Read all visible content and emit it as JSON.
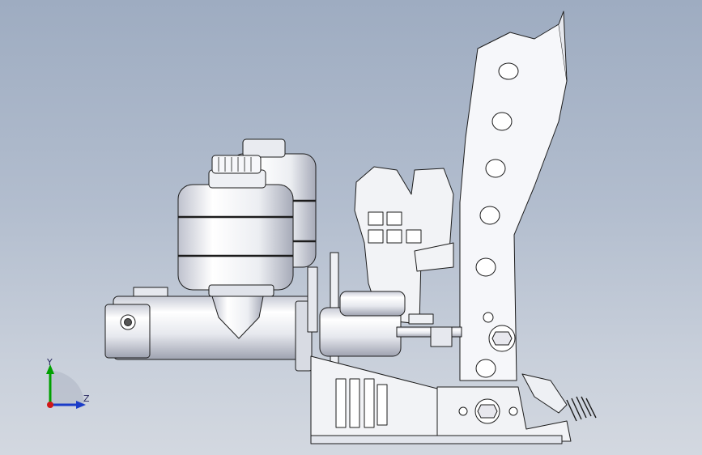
{
  "viewport": {
    "background_top": "#9eacc1",
    "background_bottom": "#d3d8e0"
  },
  "axes": {
    "y_label": "Y",
    "z_label": "Z",
    "y_color": "#00a000",
    "z_color": "#1a3cc8",
    "x_color": "#d01818"
  },
  "model": {
    "name_icon": "brake-pedal-assembly",
    "fill": "#f4f5f8",
    "shade": "#c9ccd6",
    "edge": "#1c1c1c"
  }
}
